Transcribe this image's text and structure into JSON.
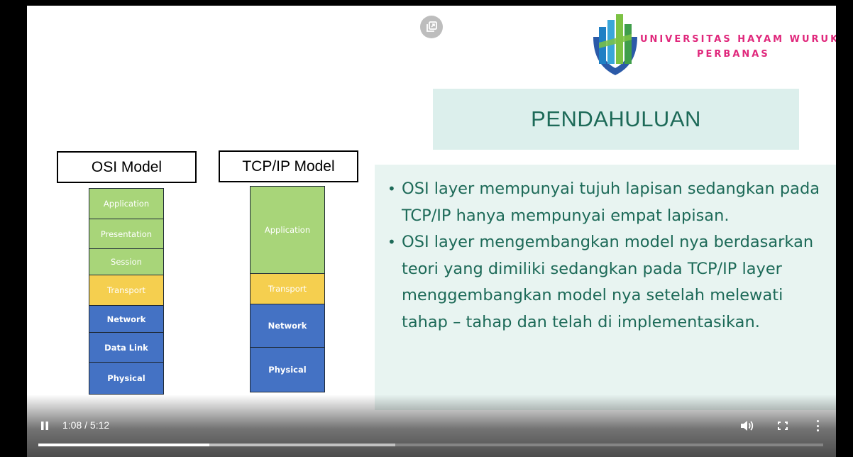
{
  "slide": {
    "logo": {
      "line1": "UNIVERSITAS HAYAM WURUK",
      "line2": "PERBANAS",
      "icon": "university-emblem"
    },
    "title": "PENDAHULUAN",
    "bullets": [
      "OSI layer mempunyai tujuh lapisan sedangkan pada TCP/IP hanya mempunyai empat lapisan.",
      "OSI layer mengembangkan model nya berdasarkan teori yang dimiliki sedangkan pada TCP/IP layer menggembangkan model nya setelah melewati tahap – tahap dan telah di implementasikan."
    ],
    "osi_model": {
      "header": "OSI Model",
      "layers": [
        "Application",
        "Presentation",
        "Session",
        "Transport",
        "Network",
        "Data Link",
        "Physical"
      ]
    },
    "tcpip_model": {
      "header": "TCP/IP Model",
      "layers": [
        "Application",
        "Transport",
        "Network",
        "Physical"
      ]
    },
    "colors": {
      "title_bg": "#dcefec",
      "content_bg": "#e8f4f1",
      "text": "#1d6a58",
      "layer_green": "#a8d579",
      "layer_yellow": "#f5cf4f",
      "layer_blue": "#4472c4",
      "logo_pink": "#e0287c"
    }
  },
  "player": {
    "time": "1:08 / 5:12",
    "progress_played_fraction": 0.218,
    "progress_buffered_fraction": 0.455,
    "icons": {
      "popout": "popout-icon",
      "pause": "pause-icon",
      "volume": "volume-icon",
      "fullscreen": "fullscreen-icon",
      "more": "more-vert-icon"
    }
  }
}
